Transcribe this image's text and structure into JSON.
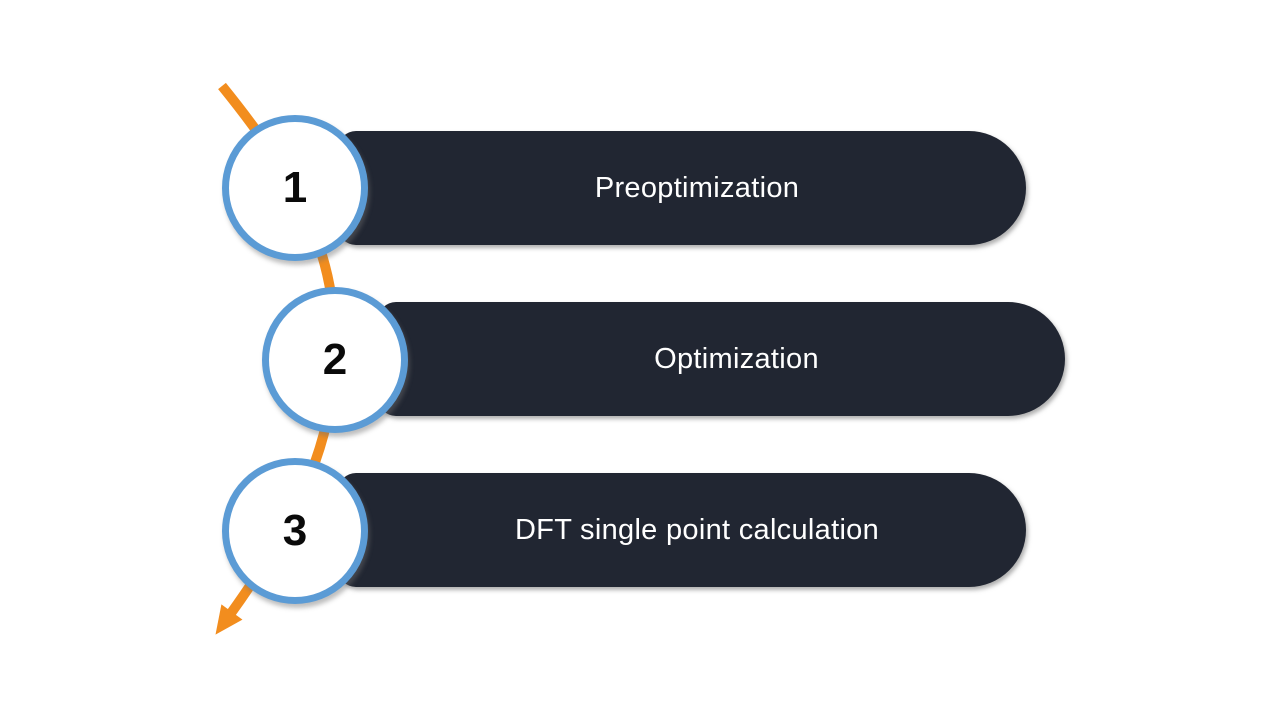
{
  "diagram": {
    "steps": [
      {
        "number": "1",
        "label": "Preoptimization"
      },
      {
        "number": "2",
        "label": "Optimization"
      },
      {
        "number": "3",
        "label": "DFT single point calculation"
      }
    ],
    "icons": {
      "flow_arrow": "curved-down-arrow-icon"
    },
    "colors": {
      "background": "#FFFFFF",
      "bar_fill": "#212632",
      "bar_text": "#FFFFFF",
      "circle_fill": "#FFFFFF",
      "circle_border": "#5B9BD5",
      "number_color": "#0A0A0A",
      "arrow_color": "#F28D1E"
    }
  }
}
